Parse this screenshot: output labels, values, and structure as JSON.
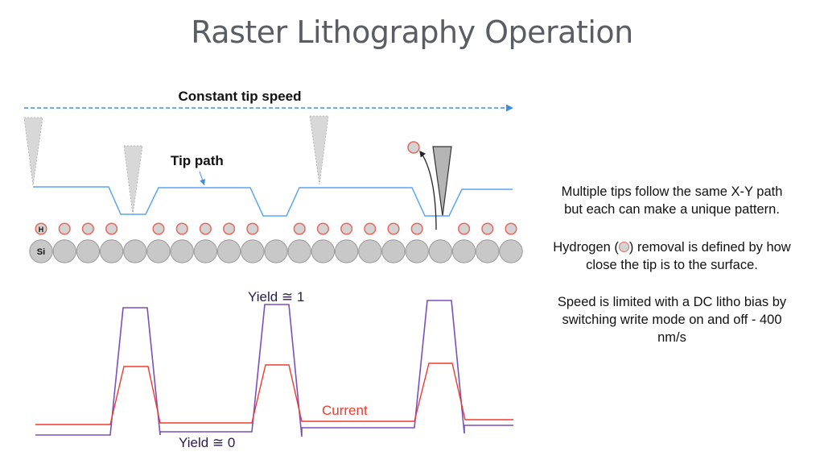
{
  "slide": {
    "title": "Raster Lithography Operation"
  },
  "diagram": {
    "speed_label": "Constant tip speed",
    "tip_path_label": "Tip path",
    "hydrogen_label": "H",
    "silicon_label": "Si",
    "silicon_atom_count": 21,
    "hydrogen_present": [
      true,
      true,
      true,
      true,
      false,
      true,
      true,
      true,
      true,
      true,
      false,
      true,
      true,
      true,
      true,
      true,
      true,
      false,
      true,
      true,
      true
    ],
    "tip_path_segments": [
      {
        "state": "high"
      },
      {
        "state": "low"
      },
      {
        "state": "high"
      },
      {
        "state": "low"
      },
      {
        "state": "high"
      },
      {
        "state": "low"
      },
      {
        "state": "high"
      }
    ],
    "colors": {
      "speed_arrow": "#3b8ee6",
      "tip_path": "#5aa6f0",
      "hydrogen_stroke": "#e46a5e",
      "atom_fill": "#c8c8c8",
      "current": "#ee3b2f",
      "yield": "#7a4fc0"
    }
  },
  "signal_plot": {
    "yield_high_label": "Yield ≅ 1",
    "yield_low_label": "Yield ≅ 0",
    "current_label": "Current",
    "pulses": 3
  },
  "notes": [
    {
      "lines": [
        "Multiple tips follow the same X-Y path",
        "but each can make a unique pattern."
      ]
    },
    {
      "prefix": "Hydrogen (",
      "suffix": ") removal is defined by how",
      "line2": "close the tip is to the surface."
    },
    {
      "lines": [
        "Speed is limited with a DC litho bias by",
        "switching write mode on and off - 400",
        "nm/s"
      ]
    }
  ]
}
